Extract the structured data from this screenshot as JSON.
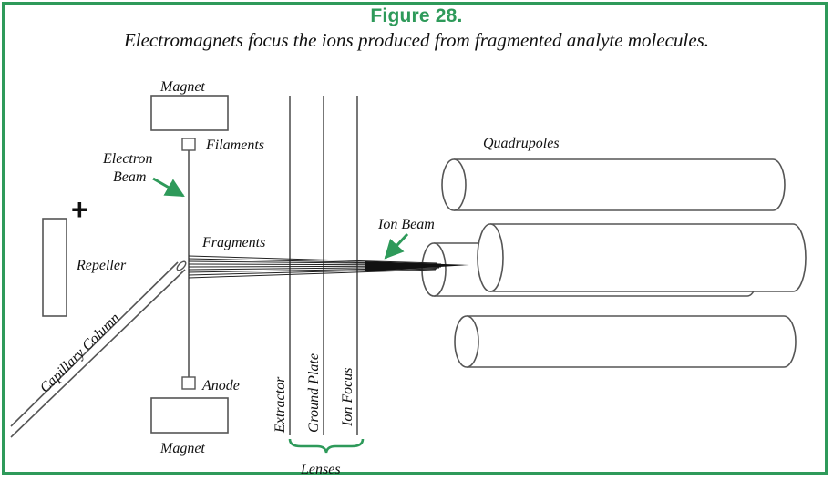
{
  "figure": {
    "title": "Figure 28.",
    "caption": "Electromagnets focus the ions produced from fragmented analyte molecules."
  },
  "labels": {
    "magnet_top": "Magnet",
    "filaments": "Filaments",
    "electron_beam_line1": "Electron",
    "electron_beam_line2": "Beam",
    "repeller": "Repeller",
    "fragments": "Fragments",
    "capillary_column": "Capillary Column",
    "anode": "Anode",
    "magnet_bottom": "Magnet",
    "extractor": "Extractor",
    "ground_plate": "Ground Plate",
    "ion_focus": "Ion Focus",
    "lenses": "Lenses",
    "quadrupoles": "Quadrupoles",
    "ion_beam": "Ion Beam",
    "plus_sign": "+"
  },
  "colors": {
    "frame": "#2e9a5a",
    "title": "#2e9a5a",
    "arrows": "#2e9a5a",
    "brace": "#2e9a5a",
    "lines": "#555555"
  }
}
